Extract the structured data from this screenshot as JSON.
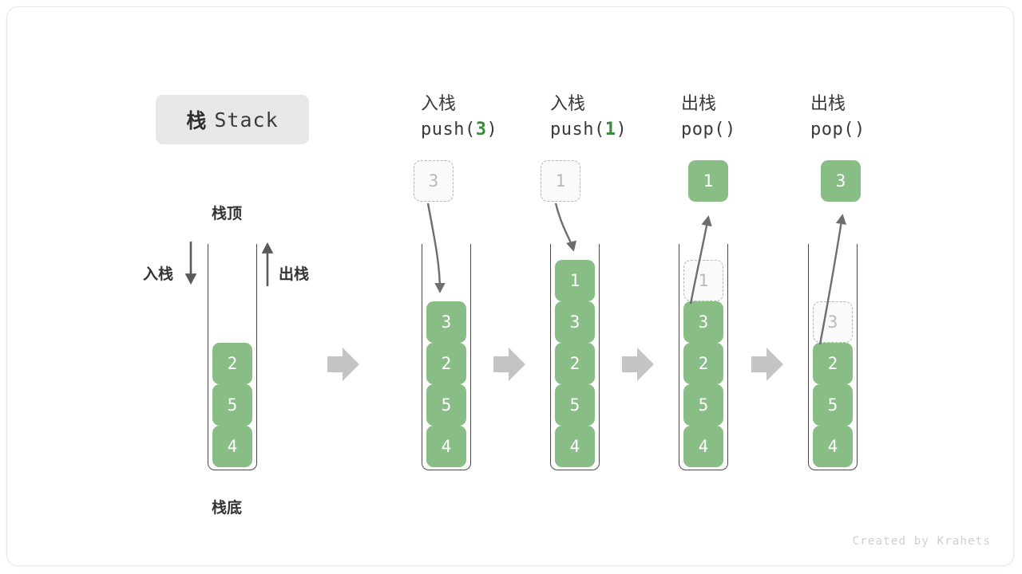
{
  "figure": {
    "title_cn": "栈",
    "title_en": "Stack",
    "credit": "Created by Krahets",
    "label_top": "栈顶",
    "label_bottom": "栈底",
    "label_push": "入栈",
    "label_pop": "出栈"
  },
  "colors": {
    "cell_fill": "#88bd86",
    "cell_text": "#ffffff",
    "ghost_border": "#b5b5b5",
    "ghost_text": "#b8b8b8",
    "arrow_gray": "#c4c4c4",
    "curve_stroke": "#6e6e6e",
    "badge_bg": "#e8e8e8",
    "accent_green": "#3a8a3a"
  },
  "chart_data": {
    "type": "diagram",
    "title": "栈 Stack",
    "description": "Stack push and pop operation sequence",
    "steps": [
      {
        "id": "initial",
        "header_cn": "",
        "header_code": "",
        "stack": [
          "2",
          "5",
          "4"
        ],
        "ghost_index": -1,
        "float_box": null
      },
      {
        "id": "push-3",
        "header_cn": "入栈",
        "header_code": "push(3)",
        "op": "push",
        "arg": "3",
        "stack": [
          "3",
          "2",
          "5",
          "4"
        ],
        "ghost_index": -1,
        "float_box": {
          "value": "3",
          "style": "ghost"
        }
      },
      {
        "id": "push-1",
        "header_cn": "入栈",
        "header_code": "push(1)",
        "op": "push",
        "arg": "1",
        "stack": [
          "1",
          "3",
          "2",
          "5",
          "4"
        ],
        "ghost_index": -1,
        "float_box": {
          "value": "1",
          "style": "ghost"
        }
      },
      {
        "id": "pop-1",
        "header_cn": "出栈",
        "header_code": "pop()",
        "op": "pop",
        "arg": "",
        "stack": [
          "1",
          "3",
          "2",
          "5",
          "4"
        ],
        "ghost_index": 0,
        "float_box": {
          "value": "1",
          "style": "filled"
        }
      },
      {
        "id": "pop-3",
        "header_cn": "出栈",
        "header_code": "pop()",
        "op": "pop",
        "arg": "",
        "stack": [
          "3",
          "2",
          "5",
          "4"
        ],
        "ghost_index": 0,
        "float_box": {
          "value": "3",
          "style": "filled"
        }
      }
    ],
    "transition_arrows": 4
  }
}
